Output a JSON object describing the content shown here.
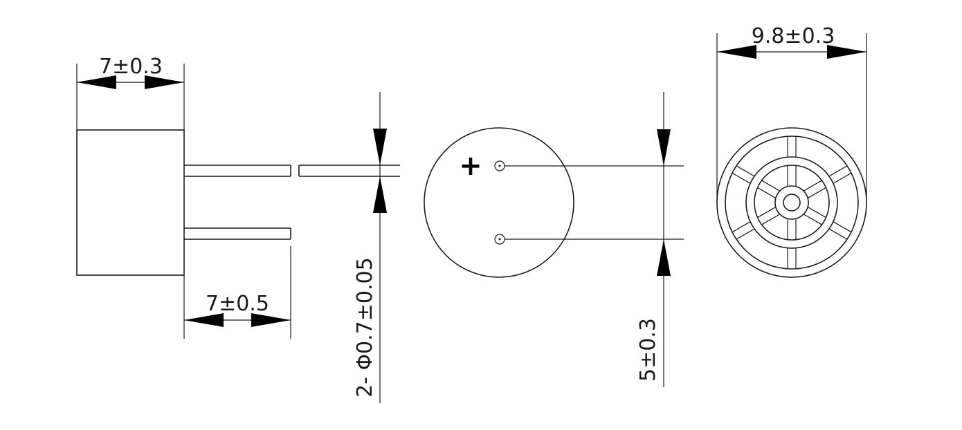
{
  "dimensions": {
    "body_length": "7±0.3",
    "pin_length": "7±0.5",
    "pin_diameter": "2- Φ0.7±0.05",
    "pin_spacing": "5±0.3",
    "outer_diameter": "9.8±0.3"
  },
  "polarity_mark": "+",
  "colors": {
    "line": "#1a1a1a",
    "background": "#ffffff"
  }
}
